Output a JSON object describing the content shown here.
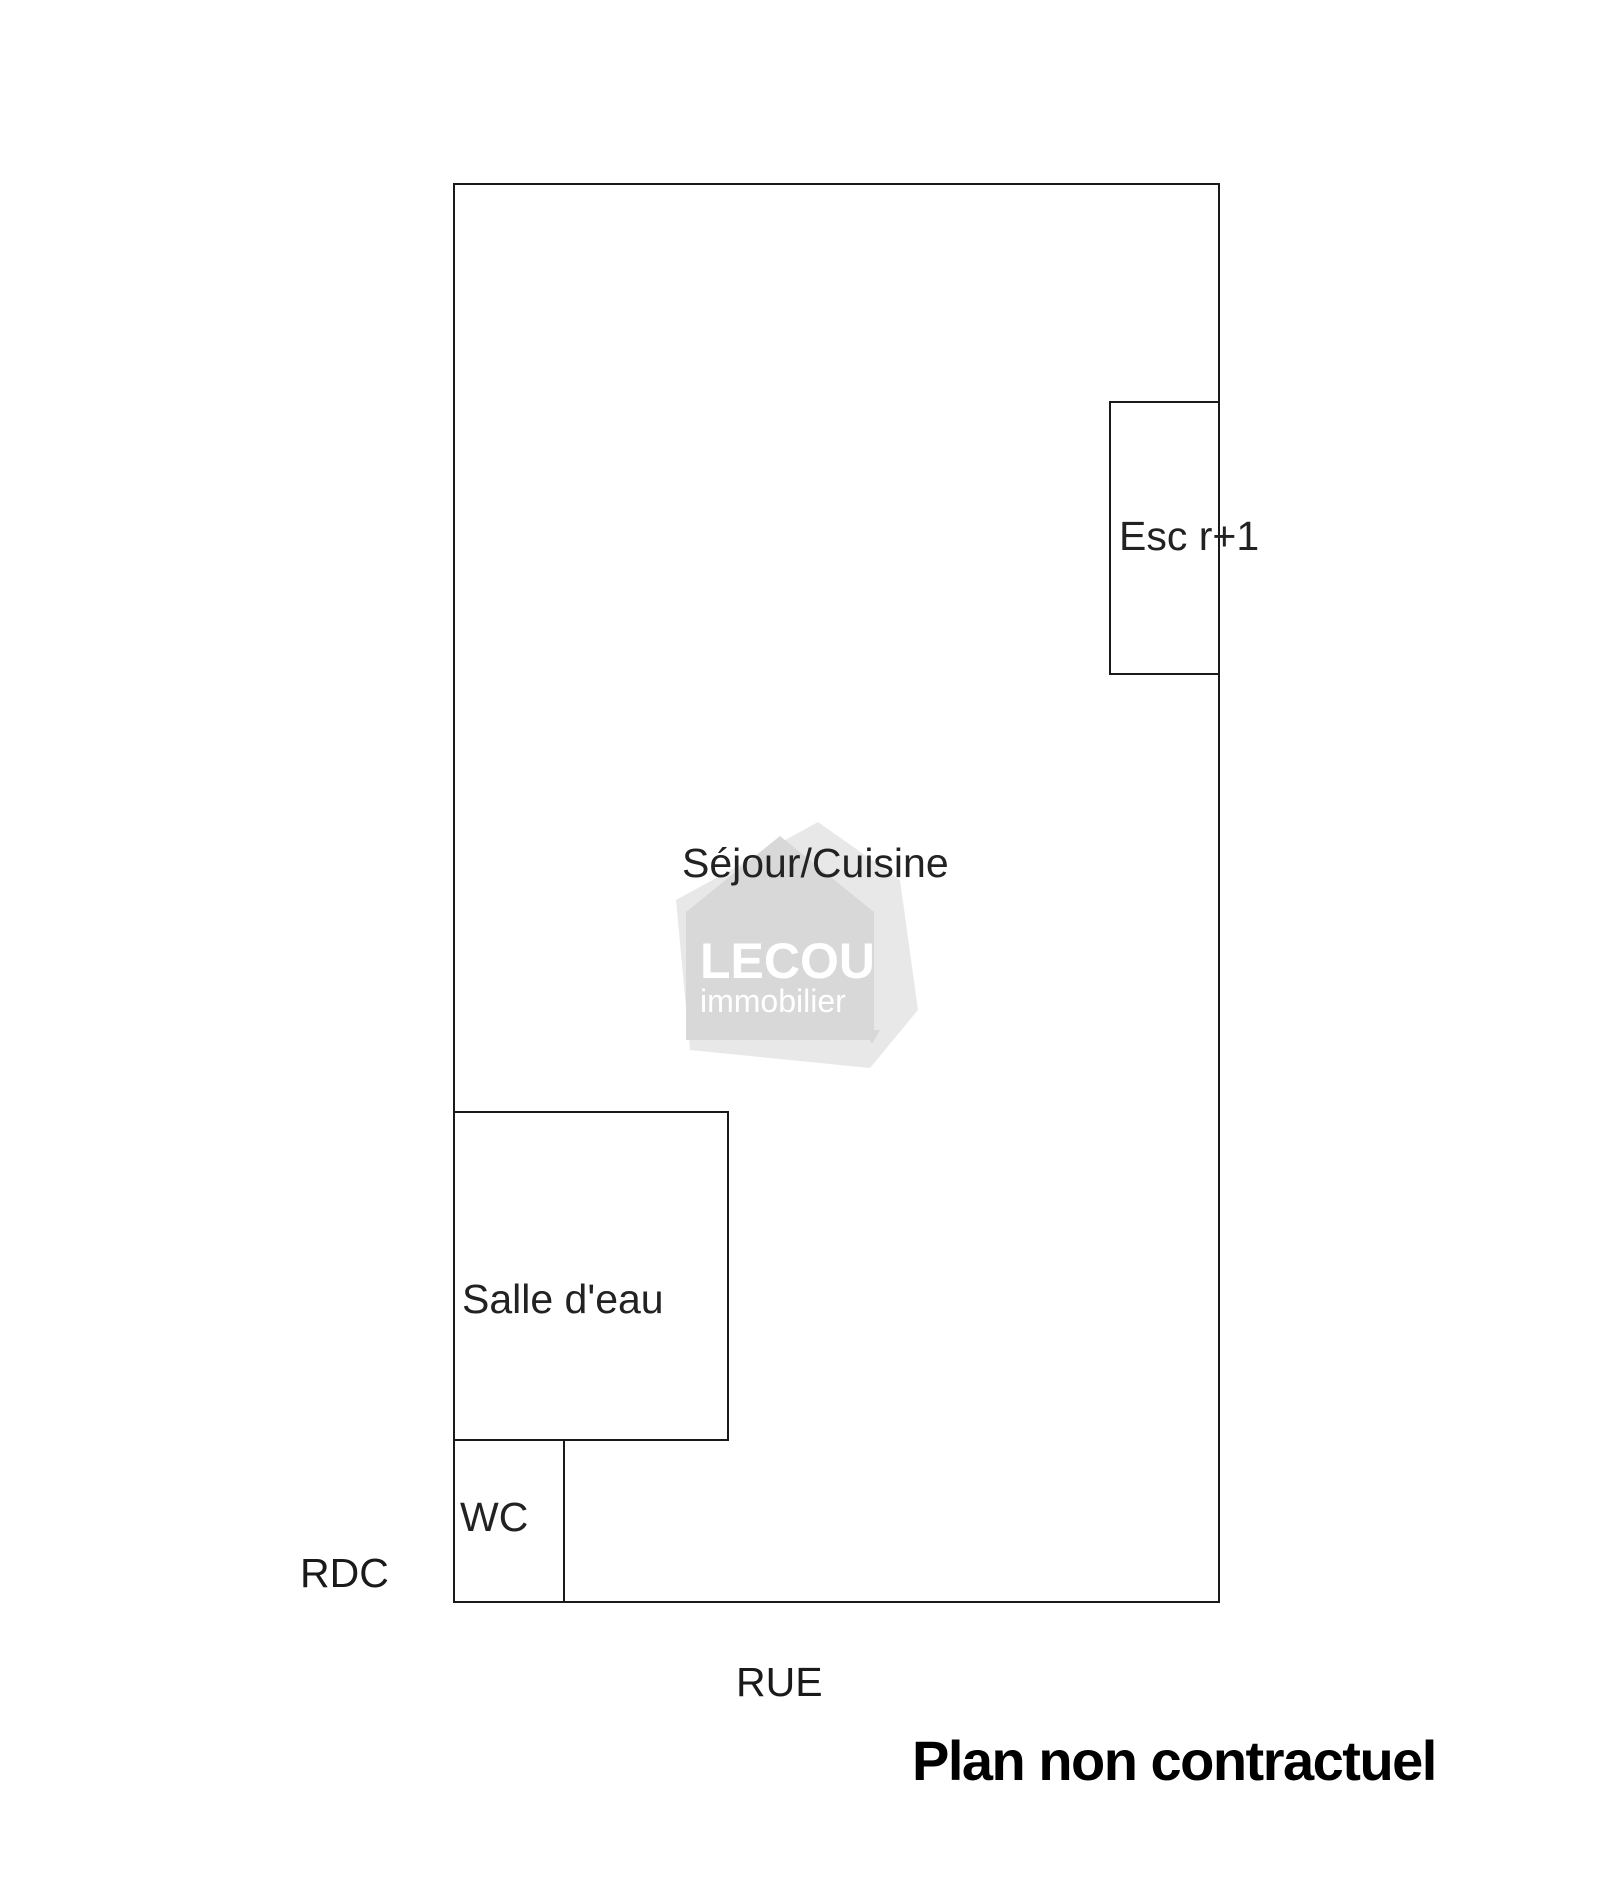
{
  "plan": {
    "floor_label": "RDC",
    "street_label": "RUE",
    "rooms": {
      "sejour_cuisine": "Séjour/Cuisine",
      "escalier": "Esc r+1",
      "salle_eau": "Salle d'eau",
      "wc": "WC"
    }
  },
  "watermark": {
    "brand": "LECOU",
    "sub": "immobilier"
  },
  "disclaimer": "Plan non contractuel",
  "colors": {
    "walls": "#1a1a1a",
    "watermark": "#d6d6d6"
  }
}
